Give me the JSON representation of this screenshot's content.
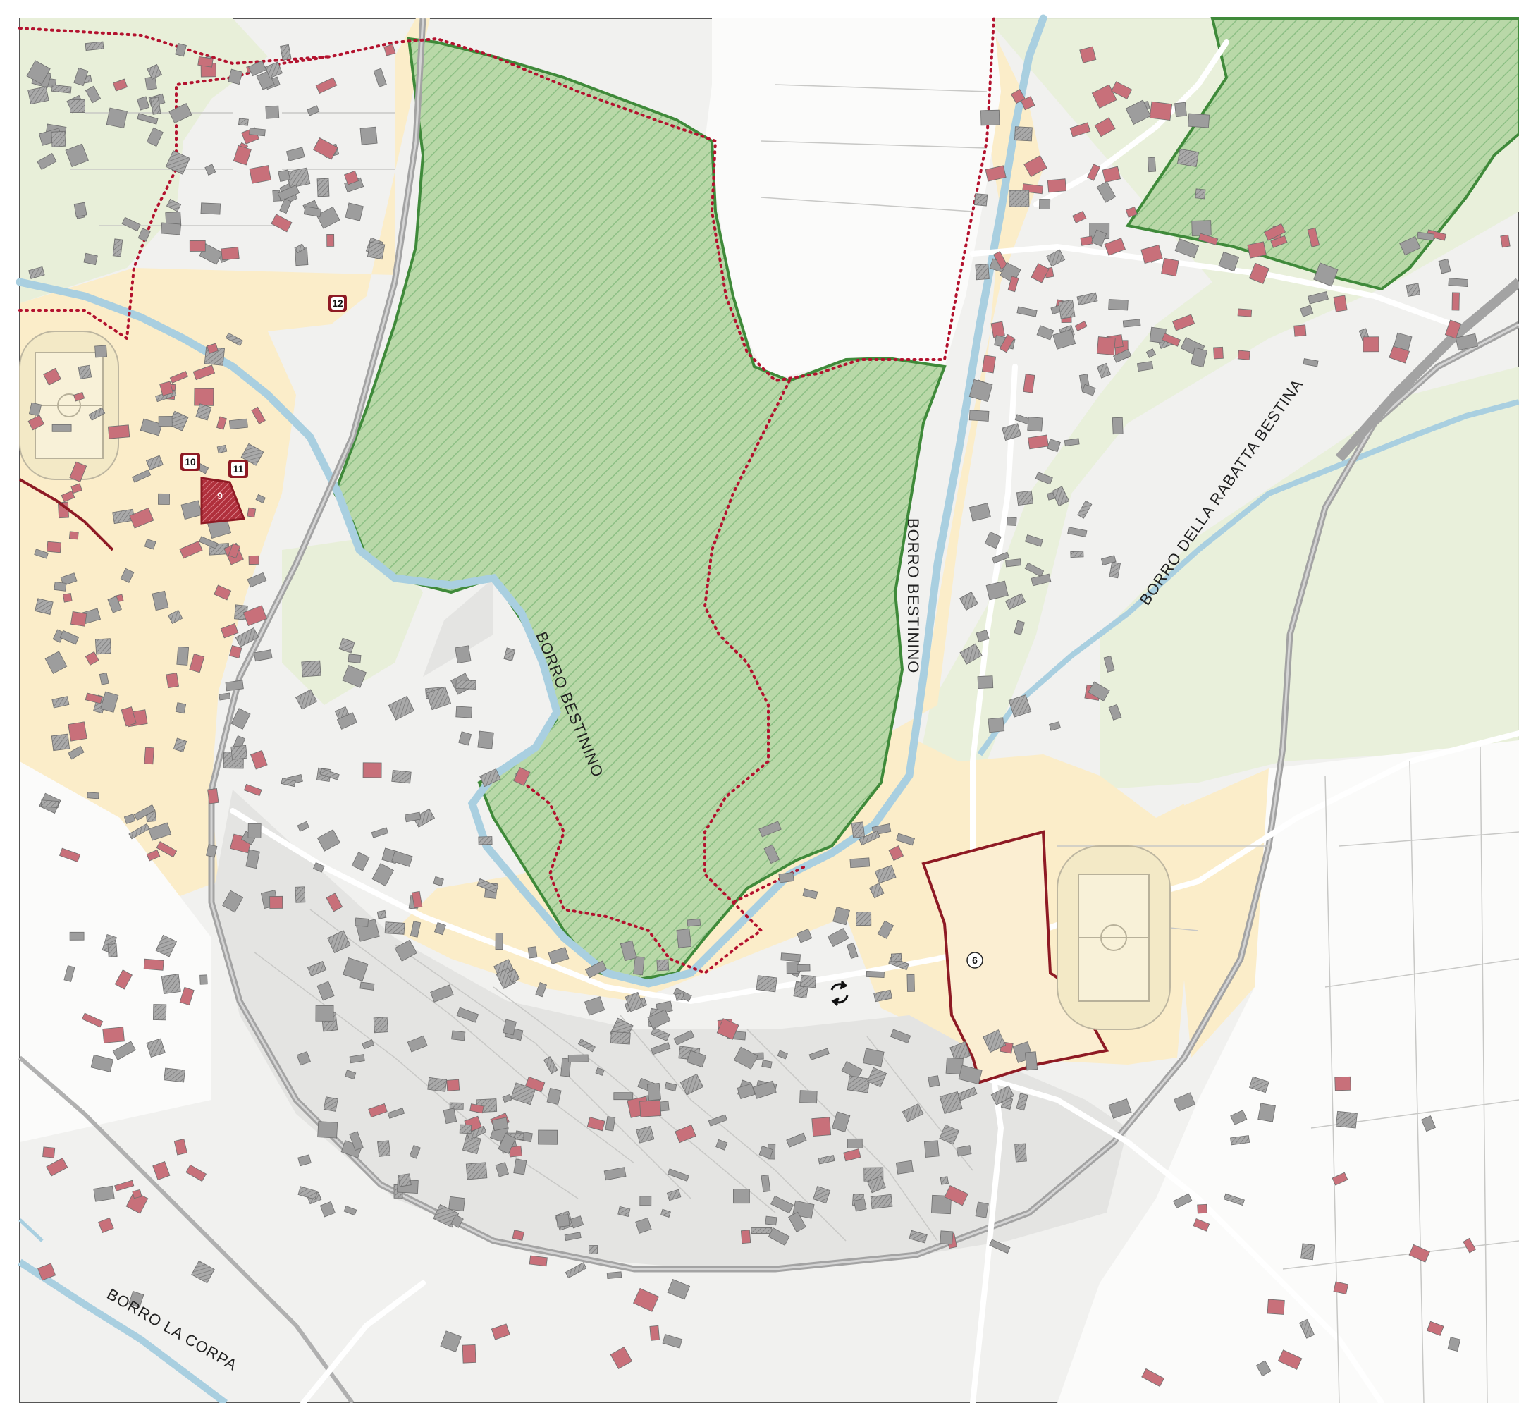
{
  "map": {
    "colors": {
      "background": "#f1f1ef",
      "urban_yellow": "#fbedc9",
      "agri_green": "#e8efd9",
      "park_green": "#b9d8a8",
      "park_hatch": "#7fb57a",
      "park_border": "#3f8a3a",
      "river": "#a9cfe0",
      "rail": "#9a9a9a",
      "building_grey": "#9d9d9d",
      "building_red": "#c8707a",
      "boundary_dotted": "#b3122e",
      "highlight_red": "#8e1a24"
    },
    "labels": {
      "borro_bestinino_1": "BORRO BESTININO",
      "borro_bestinino_2": "BORRO BESTININO",
      "borro_rabatta": "BORRO DELLA RABATTA BESTINA",
      "borro_corpa": "BORRO LA CORPA"
    },
    "markers": {
      "m6": "6",
      "m9": "9",
      "m10": "10",
      "m11": "11",
      "m12": "12"
    },
    "icons": {
      "recycle": "recycle-icon"
    }
  }
}
